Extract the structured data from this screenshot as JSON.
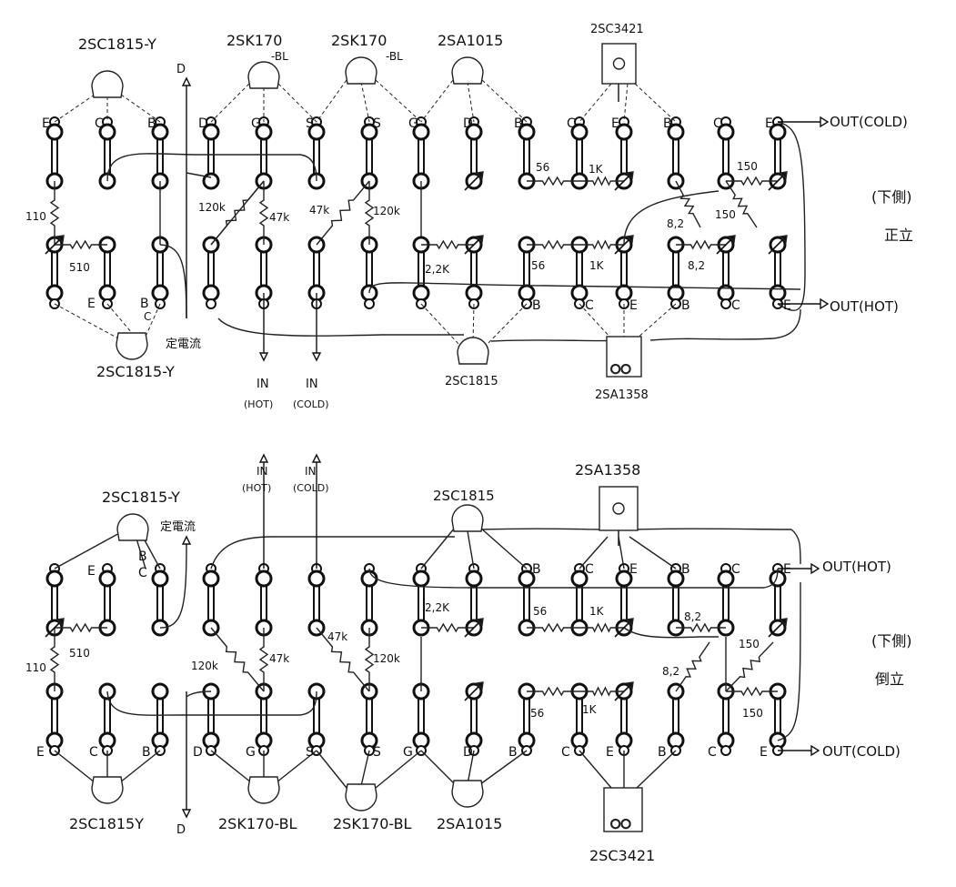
{
  "top": {
    "transistors": {
      "q1": "2SC1815-Y",
      "q2": "2SK170",
      "q2_suffix": "-BL",
      "q3": "2SK170",
      "q3_suffix": "-BL",
      "q4": "2SA1015",
      "q5": "2SC3421",
      "q6": "2SC1815-Y",
      "q7": "2SC1815",
      "q8": "2SA1358"
    },
    "pins_top": [
      "E",
      "C",
      "B",
      "D",
      "G",
      "S",
      "S",
      "G",
      "D",
      "B",
      "C",
      "E",
      "B",
      "C",
      "E"
    ],
    "pins_bottom_left": [
      "E",
      "B"
    ],
    "pins_bottom_c": "C",
    "pins_bottom_right": [
      "B",
      "C",
      "E",
      "B",
      "C",
      "E"
    ],
    "resistors": {
      "r110": "110",
      "r510": "510",
      "r120k_a": "120k",
      "r47k_a": "47k",
      "r47k_b": "47k",
      "r120k_b": "120k",
      "r56_a": "56",
      "r1k_a": "1K",
      "r150_a": "150",
      "r22k": "2,2K",
      "r56_b": "56",
      "r1k_b": "1K",
      "r82_a": "8,2",
      "r82_b": "8,2",
      "r150_b": "150"
    },
    "labels": {
      "d": "D",
      "cc": "定電流",
      "in_hot": "IN",
      "in_hot_sub": "(HOT)",
      "in_cold": "IN",
      "in_cold_sub": "(COLD)",
      "out_cold": "OUT(COLD)",
      "out_hot": "OUT(HOT)",
      "side1": "(下側)",
      "side2": "正立"
    }
  },
  "bottom": {
    "transistors": {
      "q1": "2SC1815-Y",
      "q2": "2SC1815",
      "q3": "2SA1358",
      "q4": "2SC1815Y",
      "q5": "2SK170-BL",
      "q6": "2SK170-BL",
      "q7": "2SA1015",
      "q8": "2SC3421"
    },
    "pins_top": [
      "E",
      "B",
      "B",
      "C",
      "E",
      "B",
      "C",
      "E"
    ],
    "pins_top_c": "C",
    "pins_bottom": [
      "E",
      "C",
      "B",
      "D",
      "G",
      "S",
      "S",
      "G",
      "D",
      "B",
      "C",
      "E",
      "B",
      "C",
      "E"
    ],
    "resistors": {
      "r110": "110",
      "r510": "510",
      "r120k_a": "120k",
      "r47k_a": "47k",
      "r47k_b": "47k",
      "r120k_b": "120k",
      "r22k": "2,2K",
      "r56_a": "56",
      "r1k_a": "1K",
      "r82_a": "8,2",
      "r82_b": "8,2",
      "r150_a": "150",
      "r56_b": "56",
      "r1k_b": "1K",
      "r150_b": "150"
    },
    "labels": {
      "cc": "定電流",
      "d": "D",
      "in_hot": "IN",
      "in_hot_sub": "(HOT)",
      "in_cold": "IN",
      "in_cold_sub": "(COLD)",
      "out_hot": "OUT(HOT)",
      "out_cold": "OUT(COLD)",
      "side1": "(下側)",
      "side2": "倒立"
    }
  }
}
